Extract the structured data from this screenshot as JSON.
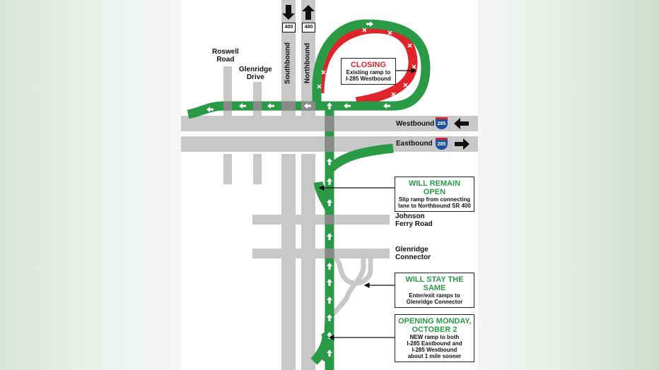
{
  "labels": {
    "roswell_road": "Roswell\nRoad",
    "glenridge_drive": "Glenridge\nDrive",
    "southbound": "Southbound",
    "northbound": "Northbound",
    "westbound": "Westbound",
    "eastbound": "Eastbound",
    "johnson_ferry": "Johnson\nFerry Road",
    "glenridge_connector": "Glenridge\nConnector"
  },
  "shields": {
    "sr": "400",
    "interstate": "285"
  },
  "callouts": {
    "closing": {
      "head": "CLOSING",
      "body": "Existing ramp to\nI-285 Westbound"
    },
    "remain_open": {
      "head": "WILL REMAIN OPEN",
      "body": "Slip ramp from connecting\nlane to Northbound SR 400"
    },
    "stay_same": {
      "head": "WILL STAY THE SAME",
      "body": "Enter/exit ramps to\nGlenridge Connector"
    },
    "opening": {
      "head": "OPENING MONDAY,\nOCTOBER 2",
      "body": "NEW ramp to both\nI-285 Eastbound and\nI-285 Westbound\nabout 1 mile sooner"
    }
  },
  "colors": {
    "road_gray": "#c8c8c8",
    "ramp_green": "#2a9a46",
    "closing_red": "#e0242c",
    "accent_blue": "#1d4fa0"
  },
  "icons": [
    "arrow-down-icon",
    "arrow-up-icon",
    "arrow-left-icon",
    "arrow-right-icon",
    "interstate-shield-icon",
    "state-route-shield-icon",
    "x-mark-icon"
  ]
}
